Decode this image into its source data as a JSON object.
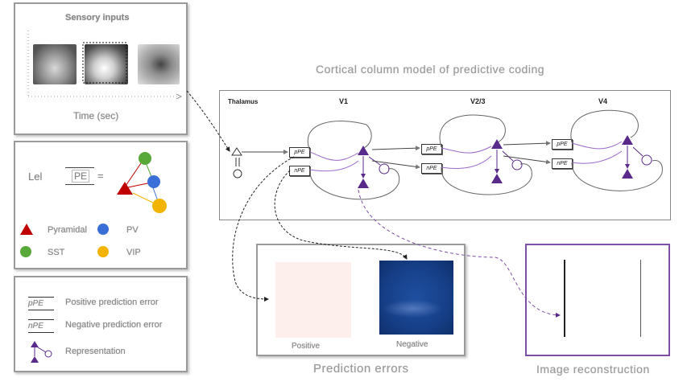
{
  "sensory": {
    "title": "Sensory inputs",
    "xlabel": "Time (sec)"
  },
  "cell_types": {
    "prefix": "Lel",
    "box_label": "PE",
    "equals": "=",
    "legend": [
      {
        "label": "Pyramidal",
        "color": "#c00000",
        "shape": "triangle"
      },
      {
        "label": "PV",
        "color": "#3a6fd8",
        "shape": "circle"
      },
      {
        "label": "SST",
        "color": "#58a83a",
        "shape": "circle"
      },
      {
        "label": "VIP",
        "color": "#f2b400",
        "shape": "circle"
      }
    ]
  },
  "pe_legend": [
    {
      "symbol": "pPE",
      "label": "Positive prediction error"
    },
    {
      "symbol": "nPE",
      "label": "Negative prediction error"
    },
    {
      "symbol": "rep-icon",
      "label": "Representation"
    }
  ],
  "model": {
    "title": "Cortical column model of predictive coding",
    "thalamus": "Thalamus",
    "areas": [
      "V1",
      "V2/3",
      "V4"
    ],
    "ppe": "pPE",
    "npe": "nPE",
    "representation_color": "#5a2a8a"
  },
  "prediction": {
    "title": "Prediction errors",
    "positive_label": "Positive",
    "negative_label": "Negative"
  },
  "reconstruction": {
    "title": "Image reconstruction"
  }
}
